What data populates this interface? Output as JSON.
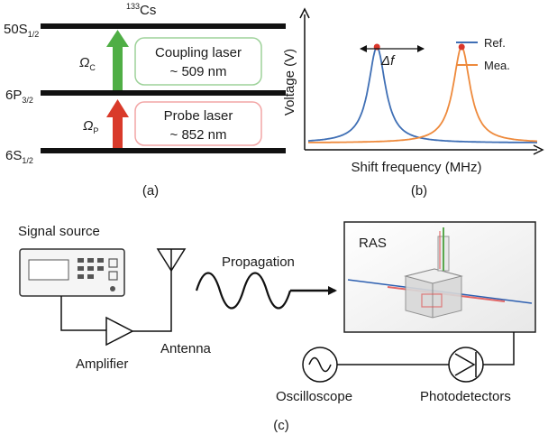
{
  "panel_a": {
    "element": "133Cs",
    "levels": {
      "upper": {
        "main": "50S",
        "sub": "1/2"
      },
      "middle": {
        "main": "6P",
        "sub": "3/2"
      },
      "lower": {
        "main": "6S",
        "sub": "1/2"
      }
    },
    "coupling": {
      "symbol": "Ω",
      "sub": "C",
      "box_line1": "Coupling laser",
      "box_line2": "~ 509 nm"
    },
    "probe": {
      "symbol": "Ω",
      "sub": "P",
      "box_line1": "Probe laser",
      "box_line2": "~ 852 nm"
    },
    "caption": "(a)"
  },
  "panel_b": {
    "caption": "(b)",
    "delta_label": "Δf",
    "chart_data": {
      "type": "line",
      "xlabel": "Shift frequency (MHz)",
      "ylabel": "Voltage (V)",
      "legend_position": "top-right",
      "axis_ticks": "none",
      "series": [
        {
          "name": "Ref.",
          "color": "#3f6fb5",
          "peak_x": 0.3,
          "peak_y": 1.0,
          "width": 0.045,
          "baseline": 0.05
        },
        {
          "name": "Mea.",
          "color": "#ee8a3c",
          "peak_x": 0.67,
          "peak_y": 1.0,
          "width": 0.045,
          "baseline": 0.05
        }
      ]
    }
  },
  "panel_c": {
    "caption": "(c)",
    "signal_source": "Signal source",
    "amplifier": "Amplifier",
    "antenna": "Antenna",
    "propagation": "Propagation",
    "ras": "RAS",
    "oscilloscope": "Oscilloscope",
    "photodetectors": "Photodetectors"
  },
  "colors": {
    "coupling_arrow": "#4fae45",
    "probe_arrow": "#d93a2a",
    "coupling_box": "#9ed29a",
    "probe_box": "#f2a5a5",
    "peak_marker": "#d9362b"
  }
}
